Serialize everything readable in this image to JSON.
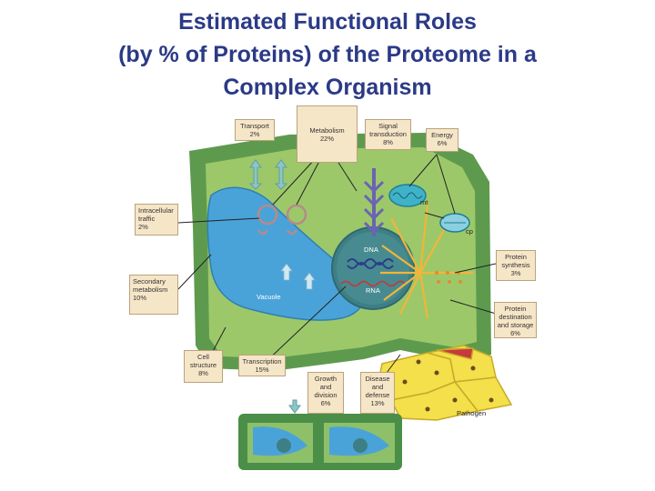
{
  "title": {
    "line1": "Estimated Functional Roles",
    "line2": "(by % of Proteins) of the Proteome in a",
    "line3": "Complex Organism"
  },
  "labels": {
    "transport": {
      "name": "Transport",
      "pct": "2%"
    },
    "metabolism": {
      "name": "Metabolism",
      "pct": "22%"
    },
    "signal": {
      "name1": "Signal",
      "name2": "transduction",
      "pct": "8%"
    },
    "energy": {
      "name": "Energy",
      "pct": "6%"
    },
    "intracellular": {
      "name1": "Intracellular",
      "name2": "traffic",
      "pct": "2%"
    },
    "secondary": {
      "name1": "Secondary",
      "name2": "metabolism",
      "pct": "10%"
    },
    "protein_synthesis": {
      "name1": "Protein",
      "name2": "synthesis",
      "pct": "3%"
    },
    "protein_destination": {
      "name1": "Protein",
      "name2": "destination",
      "name3": "and storage",
      "pct": "6%"
    },
    "cell_structure": {
      "name1": "Cell",
      "name2": "structure",
      "pct": "8%"
    },
    "transcription": {
      "name": "Transcription",
      "pct": "15%"
    },
    "growth": {
      "name1": "Growth",
      "name2": "and",
      "name3": "division",
      "pct": "6%"
    },
    "disease": {
      "name1": "Disease",
      "name2": "and",
      "name3": "defense",
      "pct": "13%"
    }
  },
  "cell_parts": {
    "dna": "DNA",
    "rna": "RNA",
    "vacuole": "Vacuole",
    "mt": "mt",
    "cp": "cp",
    "pathogen": "Pathogen"
  },
  "colors": {
    "title": "#2b3a86",
    "cell_wall": "#5e9a4e",
    "cytoplasm": "#9cc86a",
    "vacuole": "#4aa3d8",
    "nucleus": "#3e7f85",
    "pathogen": "#f3e04a",
    "label_bg": "#f6e6c8",
    "signal_arrow": "#6b63b3",
    "energy_ray": "#f2b53a"
  }
}
